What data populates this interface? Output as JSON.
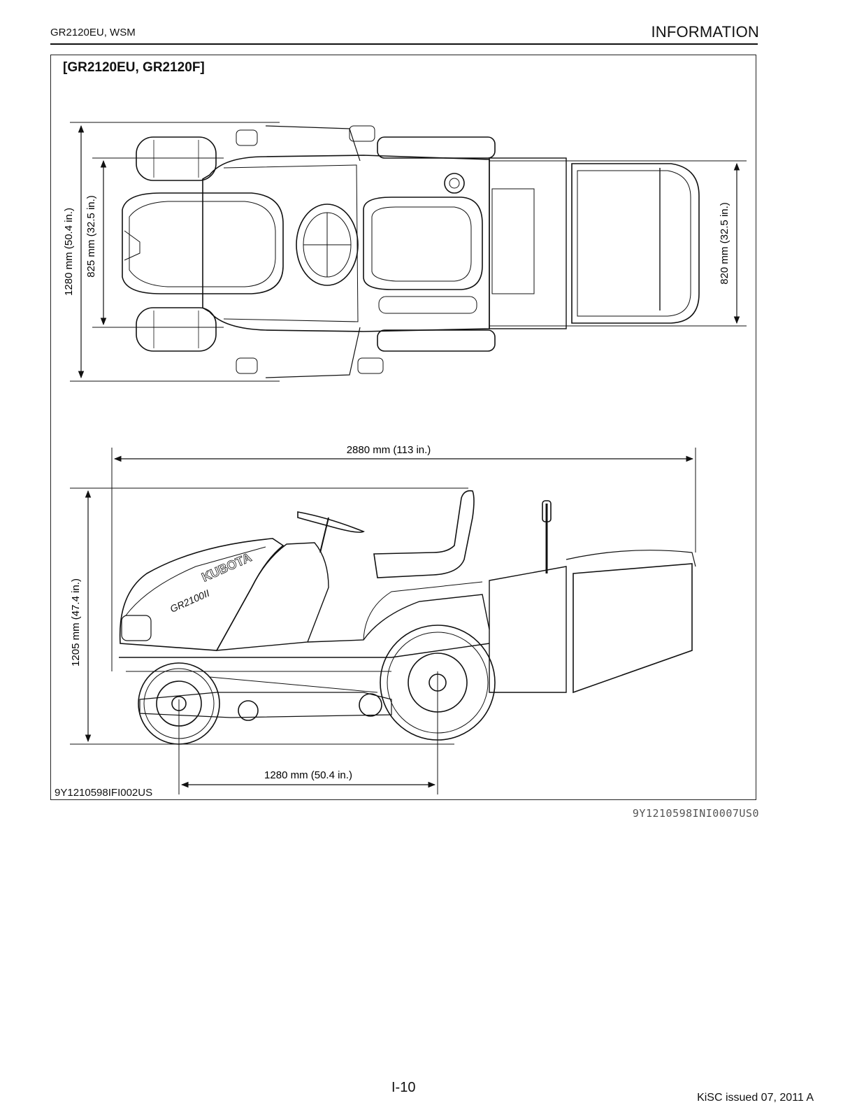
{
  "header": {
    "left": "GR2120EU, WSM",
    "right": "INFORMATION"
  },
  "figure": {
    "title": "[GR2120EU, GR2120F]",
    "code": "9Y1210598IFI002US",
    "brand_text": "KUBOTA",
    "model_text": "GR2100II",
    "top_view": {
      "overall_width": "1280 mm (50.4 in.)",
      "tread": "825 mm (32.5 in.)",
      "grass_box_width": "820 mm (32.5 in.)"
    },
    "side_view": {
      "overall_length": "2880 mm (113 in.)",
      "overall_height": "1205 mm (47.4 in.)",
      "wheelbase": "1280 mm (50.4 in.)"
    }
  },
  "reference_code": "9Y1210598INI0007US0",
  "footer": {
    "page": "I-10",
    "issue": "KiSC issued 07, 2011 A"
  }
}
